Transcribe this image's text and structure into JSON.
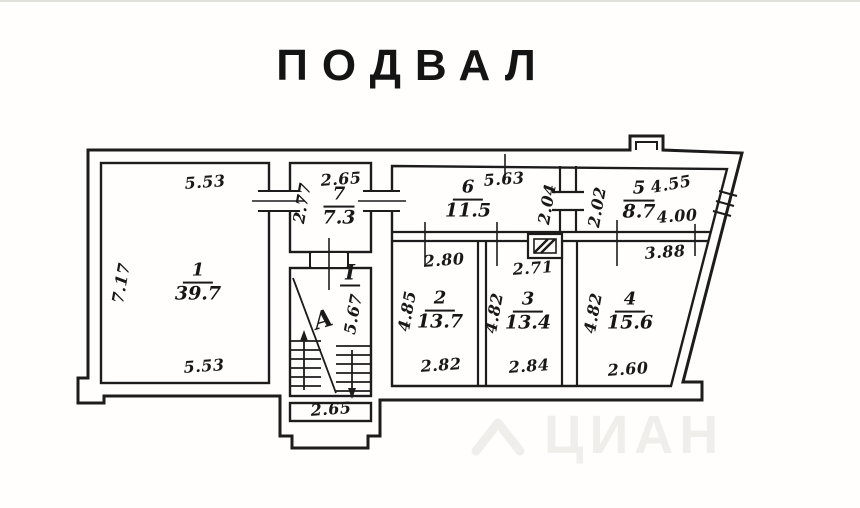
{
  "title": "ПОДВАЛ",
  "watermark": "ЦИАН",
  "stair": {
    "number": "I",
    "letter": "А",
    "dim_right": "5.67",
    "dim_bottom": "2.65"
  },
  "rooms": {
    "r1": {
      "number": "1",
      "area": "39.7",
      "dim_top": "5.53",
      "dim_left": "7.17",
      "dim_bottom": "5.53"
    },
    "r7": {
      "number": "7",
      "area": "7.3",
      "dim_top": "2.65",
      "dim_left": "2.77"
    },
    "r6": {
      "number": "6",
      "area": "11.5",
      "dim_top": "5.63",
      "dim_right": "2.04"
    },
    "r5": {
      "number": "5",
      "area": "8.7",
      "dim_top": "4.55",
      "dim_left": "2.02",
      "dim_bottom": "4.00"
    },
    "r2": {
      "number": "2",
      "area": "13.7",
      "dim_top": "2.80",
      "dim_left": "4.85",
      "dim_bottom": "2.82"
    },
    "r3": {
      "number": "3",
      "area": "13.4",
      "dim_top": "2.71",
      "dim_left": "4.82",
      "dim_bottom": "2.84"
    },
    "r4": {
      "number": "4",
      "area": "15.6",
      "dim_top": "3.88",
      "dim_left": "4.82",
      "dim_bottom": "2.60"
    }
  }
}
